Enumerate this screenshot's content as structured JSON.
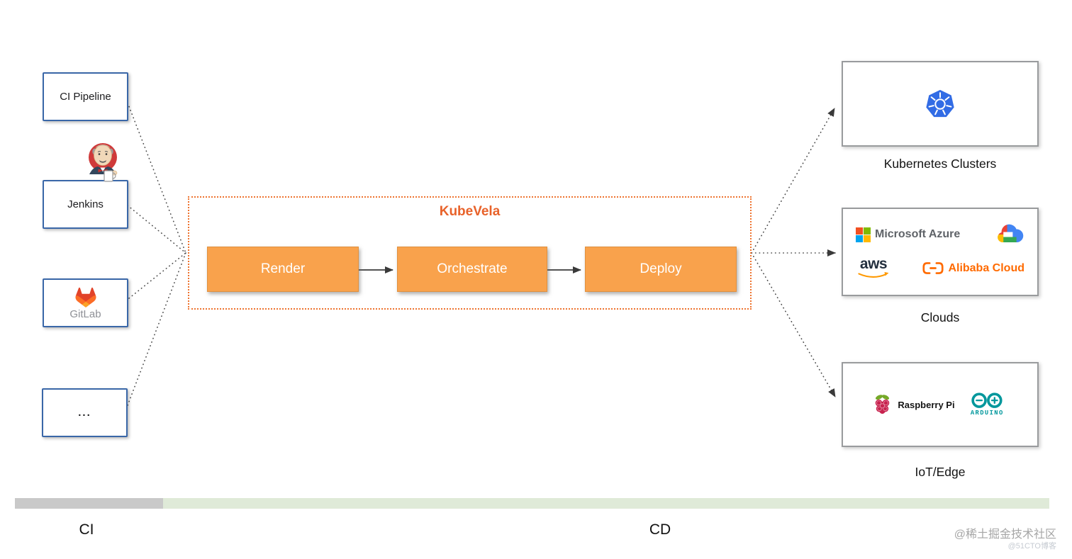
{
  "diagram": {
    "ci_sources": [
      {
        "label": "CI Pipeline"
      },
      {
        "label": "Jenkins"
      },
      {
        "label": "GitLab"
      },
      {
        "label": "..."
      }
    ],
    "kubevela": {
      "title": "KubeVela",
      "stages": [
        {
          "label": "Render"
        },
        {
          "label": "Orchestrate"
        },
        {
          "label": "Deploy"
        }
      ]
    },
    "targets": [
      {
        "label": "Kubernetes Clusters"
      },
      {
        "label": "Clouds"
      },
      {
        "label": "IoT/Edge"
      }
    ],
    "cloud_logos": {
      "azure_text": "Microsoft Azure",
      "aws_text": "aws",
      "alibaba_text": "Alibaba Cloud"
    },
    "iot_logos": {
      "raspberry_text": "Raspberry Pi",
      "arduino_text": "ARDUINO"
    },
    "timeline": {
      "ci": "CI",
      "cd": "CD"
    }
  },
  "watermark": {
    "line1": "@稀土掘金技术社区",
    "line2": "@51CTO博客"
  },
  "colors": {
    "stage_orange": "#f9a24c",
    "kubevela_orange": "#e8622a",
    "frame_dotted_orange": "#ee7430",
    "source_border_blue": "#3a67a8",
    "kubernetes_blue": "#326ce5",
    "bar_gray": "#c9c9c9",
    "bar_green": "#dfead8",
    "alibaba_orange": "#ff6a00",
    "aws_smile_orange": "#ff9900",
    "arduino_teal": "#00979c"
  }
}
